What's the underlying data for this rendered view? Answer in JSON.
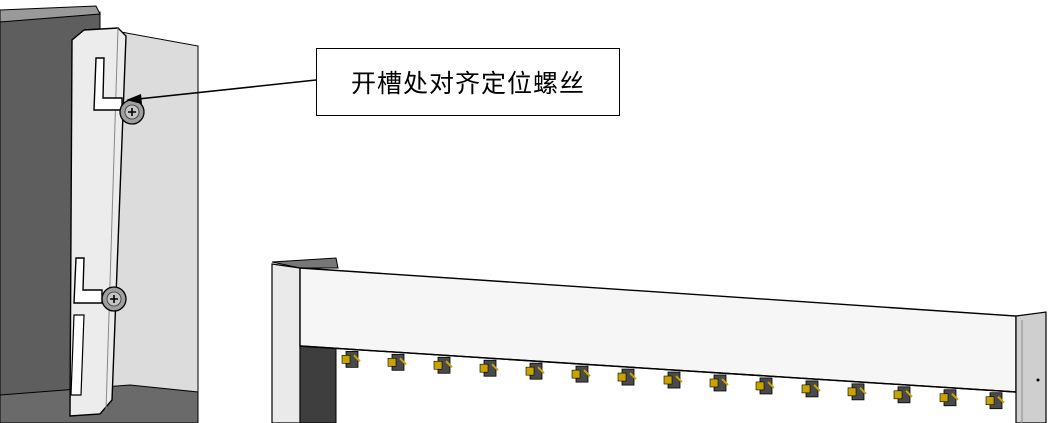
{
  "callout": {
    "text": "开槽处对齐定位螺丝"
  },
  "colors": {
    "outline": "#000000",
    "panel_light": "#e4e4e4",
    "panel_mid": "#cfcfcf",
    "panel_dark": "#5e5e5e",
    "screw_brass": "#c8a400"
  },
  "detail_view": {
    "screws": 2
  },
  "rack_view": {
    "connectors": 15
  }
}
